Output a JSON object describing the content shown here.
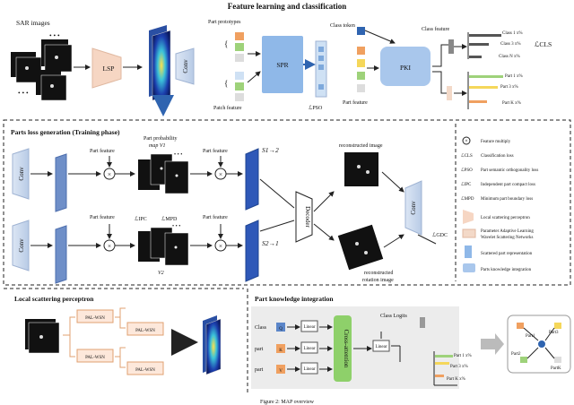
{
  "sections": {
    "feature_learning": "Feature learning and classification",
    "parts_loss": "Parts loss generation (Training phase)",
    "local_scattering": "Local scattering perceptron",
    "part_knowledge": "Part knowledge integration"
  },
  "top": {
    "sar_images": "SAR images",
    "lsp": "LSP",
    "conv": "Conv",
    "part_prototypes": "Part prototypes",
    "patch_feature": "Patch feature",
    "spr": "SPR",
    "class_token": "Class token",
    "part_feature": "Part feature",
    "pki": "PKI",
    "class_feature": "Class feature",
    "loss_pso": "ℒPSO",
    "loss_cls": "ℒCLS",
    "class_items": [
      "Class 1 x%",
      "Class 3 x%",
      "Class N x%"
    ],
    "part_items": [
      "Part 1 x%",
      "Part 3 x%",
      "Part K x%"
    ]
  },
  "middle": {
    "conv": "Conv",
    "part_feature": "Part feature",
    "part_prob_map": "Part probability",
    "map_v1": "map V1",
    "v2": "V2",
    "loss_ipc": "ℒIPC",
    "loss_mpd": "ℒMPD",
    "s12": "S1→2",
    "s21": "S2→1",
    "decoder": "Decoder",
    "reconstructed_image": "reconstructed image",
    "reconstructed_rotation": "reconstructed",
    "rotation_image": "rotation image",
    "loss_gdc": "ℒGDC"
  },
  "legend": [
    {
      "sym": "⊗",
      "text": "Feature multiply"
    },
    {
      "sym": "ℒCLS",
      "text": "Classification loss"
    },
    {
      "sym": "ℒPSO",
      "text": "Part semantic orthogonality loss"
    },
    {
      "sym": "ℒIPC",
      "text": "Independent part compact loss"
    },
    {
      "sym": "ℒMPD",
      "text": "Minimum part boundary loss"
    },
    {
      "sym": "lsp-shape",
      "text": "Local scattering perceptron"
    },
    {
      "sym": "pal-shape",
      "text": "Parameter Adaptive Learning"
    },
    {
      "sym": "",
      "text": "Wavelet Scattering Networks"
    },
    {
      "sym": "spr-shape",
      "text": "Scattered part representation"
    },
    {
      "sym": "pki-shape",
      "text": "Parts knowledge integration"
    }
  ],
  "lsp_panel": {
    "pal": "PAL-WSN"
  },
  "pki_panel": {
    "rows": [
      "Class",
      "part",
      "part"
    ],
    "boxes": [
      "Q",
      "K",
      "V"
    ],
    "linear": "Linear",
    "cross_attention": "Cross-attention",
    "class_logits": "Class Logits",
    "part_items": [
      "Part 1 x%",
      "Part 3 x%",
      "Part K x%"
    ],
    "graph_nodes": [
      "Part1",
      "Part3",
      "Part2",
      "PartK"
    ]
  },
  "caption": "Figure 2: MAP overview"
}
